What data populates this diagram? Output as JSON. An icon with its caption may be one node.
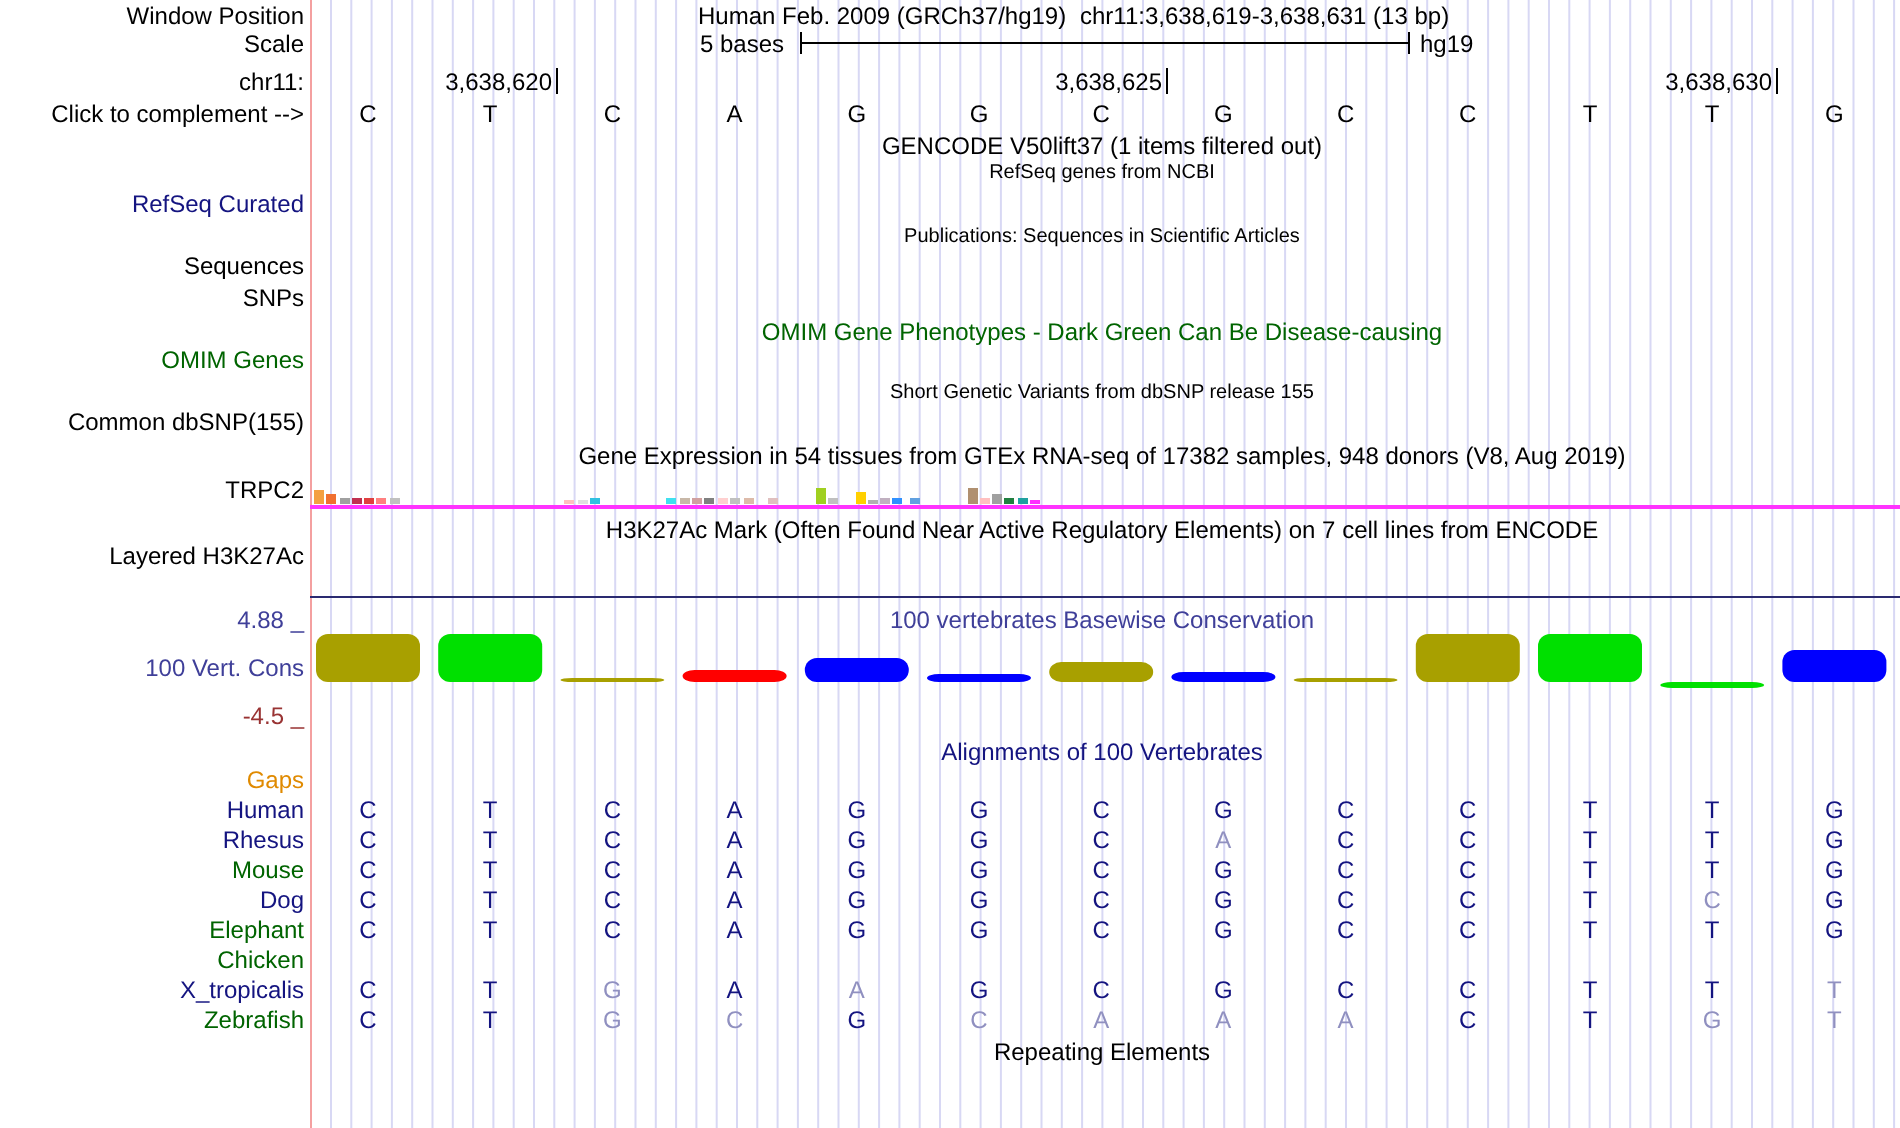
{
  "diagram": {
    "labels": [
      "Window Position",
      "Human Feb. 2009 (GRCh37/hg19)",
      "chr11:3,638,619-3,638,631 (13 bp)",
      "Scale",
      "5 bases",
      "hg19",
      "chr11:",
      "3,638,620",
      "3,638,625",
      "3,638,630",
      "Click to complement -->",
      "C",
      "T",
      "C",
      "A",
      "G",
      "G",
      "C",
      "G",
      "C",
      "C",
      "T",
      "T",
      "G",
      "GENCODE V50lift37 (1 items filtered out)",
      "RefSeq genes from NCBI",
      "RefSeq Curated",
      "Publications: Sequences in Scientific Articles",
      "Sequences",
      "SNPs",
      "OMIM Gene Phenotypes - Dark Green Can Be Disease-causing",
      "OMIM Genes",
      "Short Genetic Variants from dbSNP release 155",
      "Common dbSNP(155)",
      "Gene Expression in 54 tissues from GTEx RNA-seq of 17382 samples, 948 donors (V8, Aug 2019)",
      "TRPC2",
      "H3K27Ac Mark (Often Found Near Active Regulatory Elements) on 7 cell lines from ENCODE",
      "Layered H3K27Ac",
      "4.88 _",
      "100 vertebrates Basewise Conservation",
      "100 Vert. Cons",
      "-4.5 _",
      "Alignments of 100 Vertebrates",
      "Gaps",
      "Human",
      "C",
      "T",
      "C",
      "A",
      "G",
      "G",
      "C",
      "G",
      "C",
      "C",
      "T",
      "T",
      "G",
      "Rhesus",
      "C",
      "T",
      "C",
      "A",
      "G",
      "G",
      "C",
      "A",
      "C",
      "C",
      "T",
      "T",
      "G",
      "Mouse",
      "C",
      "T",
      "C",
      "A",
      "G",
      "G",
      "C",
      "G",
      "C",
      "C",
      "T",
      "T",
      "G",
      "Dog",
      "C",
      "T",
      "C",
      "A",
      "G",
      "G",
      "C",
      "G",
      "C",
      "C",
      "T",
      "C",
      "G",
      "Elephant",
      "C",
      "T",
      "C",
      "A",
      "G",
      "G",
      "C",
      "G",
      "C",
      "C",
      "T",
      "T",
      "G",
      "Chicken",
      "X_tropicalis",
      "C",
      "T",
      "G",
      "A",
      "A",
      "G",
      "C",
      "G",
      "C",
      "C",
      "T",
      "T",
      "T",
      "Zebrafish",
      "C",
      "T",
      "G",
      "C",
      "G",
      "C",
      "A",
      "A",
      "A",
      "C",
      "T",
      "G",
      "T",
      "Repeating Elements"
    ]
  }
}
